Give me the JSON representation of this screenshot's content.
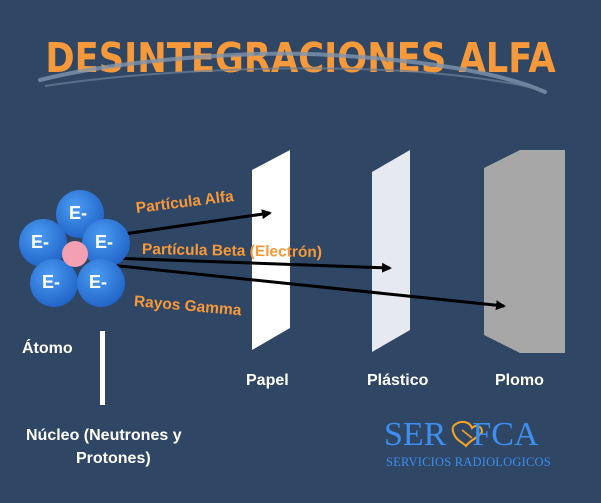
{
  "title": "DESINTEGRACIONES ALFA",
  "atom": {
    "electron_label": "E-",
    "label": "Átomo",
    "nucleus_label": "Núcleo (Neutrones y Protones)",
    "nucleus_line1": "Núcleo (Neutrones y",
    "nucleus_line2": "Protones)"
  },
  "rays": [
    {
      "label": "Partícula Alfa",
      "stops_at": "Papel"
    },
    {
      "label": "Partícula Beta (Electrón)",
      "stops_at": "Plástico"
    },
    {
      "label": "Rayos Gamma",
      "stops_at": "Plomo"
    }
  ],
  "barriers": [
    {
      "label": "Papel",
      "color": "#ffffff"
    },
    {
      "label": "Plástico",
      "color": "#e6e9ef"
    },
    {
      "label": "Plomo",
      "color": "#a7a7a7"
    }
  ],
  "logo": {
    "name": "SERFCA",
    "name_part1": "SER",
    "name_part2": "FCA",
    "subtitle": "SERVICIOS RADIOLOGICOS"
  },
  "colors": {
    "background": "#2f4664",
    "accent": "#f6993a",
    "electron": "#2f7fe0",
    "nucleus": "#f2a0b2",
    "logo": "#3d8ff0"
  }
}
